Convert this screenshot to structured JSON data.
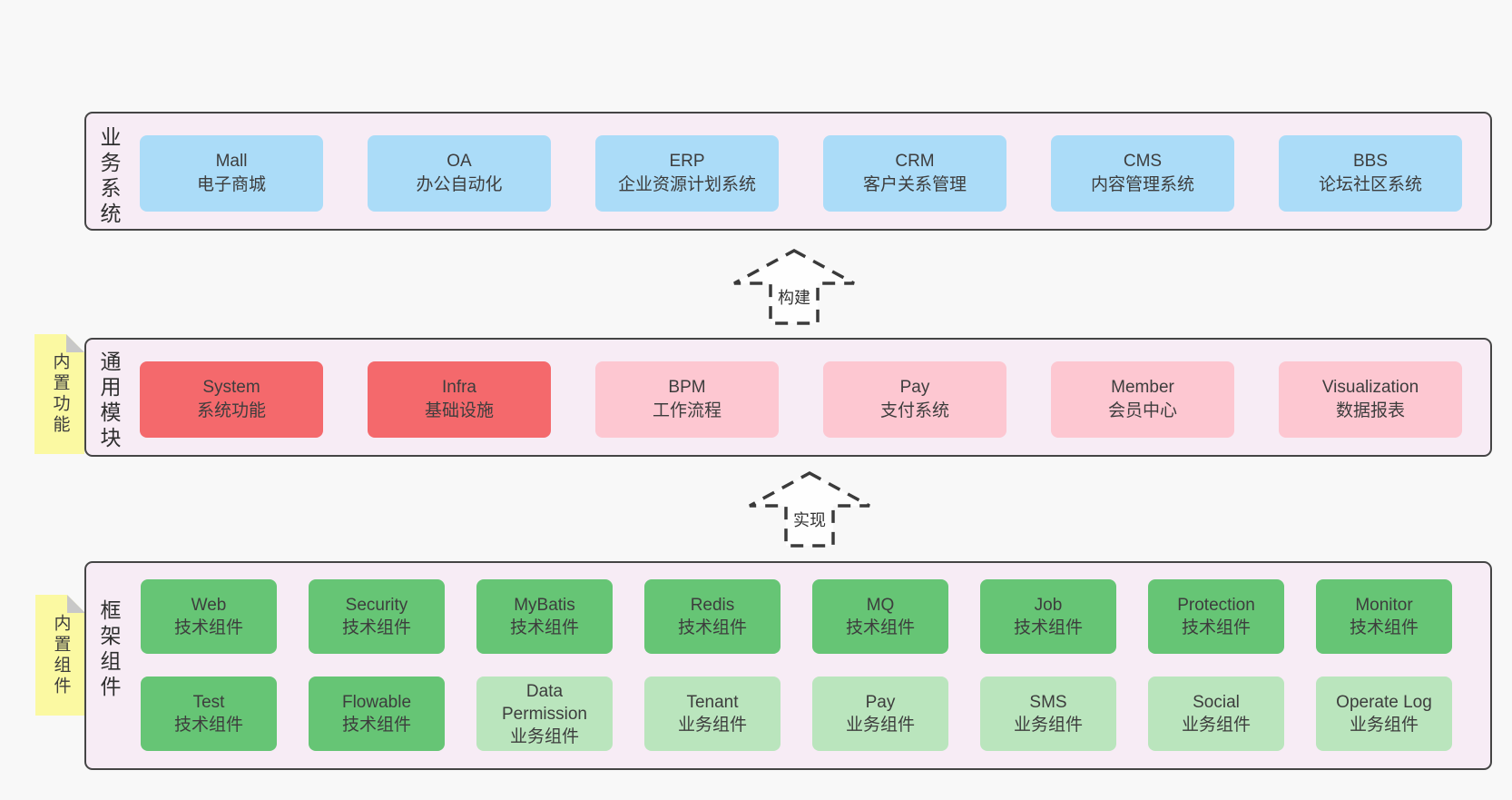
{
  "palette": {
    "page_bg": "#f8f8f8",
    "band_bg": "#f7ecf5",
    "band_border": "#454545",
    "blue": "#abdcf8",
    "red": "#f4696c",
    "pink": "#fdc7d1",
    "green": "#66c575",
    "green_light": "#bae5bd",
    "sticky_yellow": "#fbf9a2",
    "sticky_fold": "#c8c8c8",
    "text": "#3d3d3d"
  },
  "arrows": [
    {
      "label": "构建"
    },
    {
      "label": "实现"
    }
  ],
  "bands": [
    {
      "label": "业务系统",
      "items": [
        {
          "name": "Mall",
          "desc": "电子商城"
        },
        {
          "name": "OA",
          "desc": "办公自动化"
        },
        {
          "name": "ERP",
          "desc": "企业资源计划系统"
        },
        {
          "name": "CRM",
          "desc": "客户关系管理"
        },
        {
          "name": "CMS",
          "desc": "内容管理系统"
        },
        {
          "name": "BBS",
          "desc": "论坛社区系统"
        }
      ]
    },
    {
      "label": "通用模块",
      "sticky": "内置功能",
      "items": [
        {
          "name": "System",
          "desc": "系统功能"
        },
        {
          "name": "Infra",
          "desc": "基础设施"
        },
        {
          "name": "BPM",
          "desc": "工作流程"
        },
        {
          "name": "Pay",
          "desc": "支付系统"
        },
        {
          "name": "Member",
          "desc": "会员中心"
        },
        {
          "name": "Visualization",
          "desc": "数据报表"
        }
      ]
    },
    {
      "label": "框架组件",
      "sticky": "内置组件",
      "rows": [
        [
          {
            "name": "Web",
            "desc": "技术组件"
          },
          {
            "name": "Security",
            "desc": "技术组件"
          },
          {
            "name": "MyBatis",
            "desc": "技术组件"
          },
          {
            "name": "Redis",
            "desc": "技术组件"
          },
          {
            "name": "MQ",
            "desc": "技术组件"
          },
          {
            "name": "Job",
            "desc": "技术组件"
          },
          {
            "name": "Protection",
            "desc": "技术组件"
          },
          {
            "name": "Monitor",
            "desc": "技术组件"
          }
        ],
        [
          {
            "name": "Test",
            "desc": "技术组件"
          },
          {
            "name": "Flowable",
            "desc": "技术组件"
          },
          {
            "name": "Data Permission",
            "desc": "业务组件"
          },
          {
            "name": "Tenant",
            "desc": "业务组件"
          },
          {
            "name": "Pay",
            "desc": "业务组件"
          },
          {
            "name": "SMS",
            "desc": "业务组件"
          },
          {
            "name": "Social",
            "desc": "业务组件"
          },
          {
            "name": "Operate Log",
            "desc": "业务组件"
          }
        ]
      ]
    }
  ]
}
